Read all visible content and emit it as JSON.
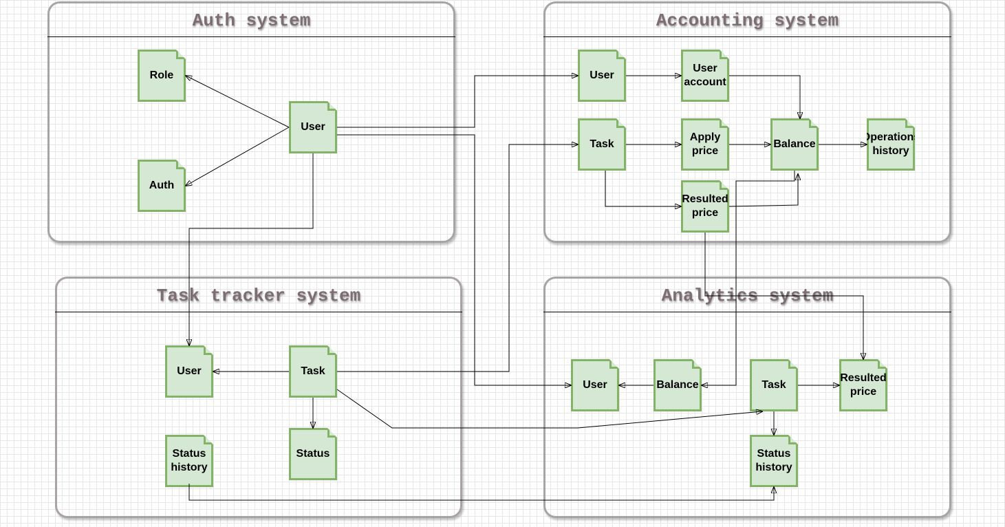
{
  "groups": {
    "auth": {
      "title": "Auth system"
    },
    "accounting": {
      "title": "Accounting system"
    },
    "task_tracker": {
      "title": "Task tracker system"
    },
    "analytics": {
      "title": "Analytics system"
    }
  },
  "nodes": {
    "auth_role": "Role",
    "auth_auth": "Auth",
    "auth_user": "User",
    "acc_user": "User",
    "acc_user_account": "User account",
    "acc_task": "Task",
    "acc_apply_price": "Apply price",
    "acc_balance": "Balance",
    "acc_operations_history": "Operations history",
    "acc_resulted_price": "Resulted price",
    "tt_user": "User",
    "tt_task": "Task",
    "tt_status": "Status",
    "tt_status_history": "Status history",
    "an_user": "User",
    "an_balance": "Balance",
    "an_task": "Task",
    "an_resulted_price": "Resulted price",
    "an_status_history": "Status history"
  },
  "colors": {
    "node_fill": "#d5e8d4",
    "node_stroke": "#82b366",
    "group_border": "#a8a3a6",
    "group_title": "#7d6e72",
    "edge": "#000000",
    "grid": "#e6e6e6"
  }
}
